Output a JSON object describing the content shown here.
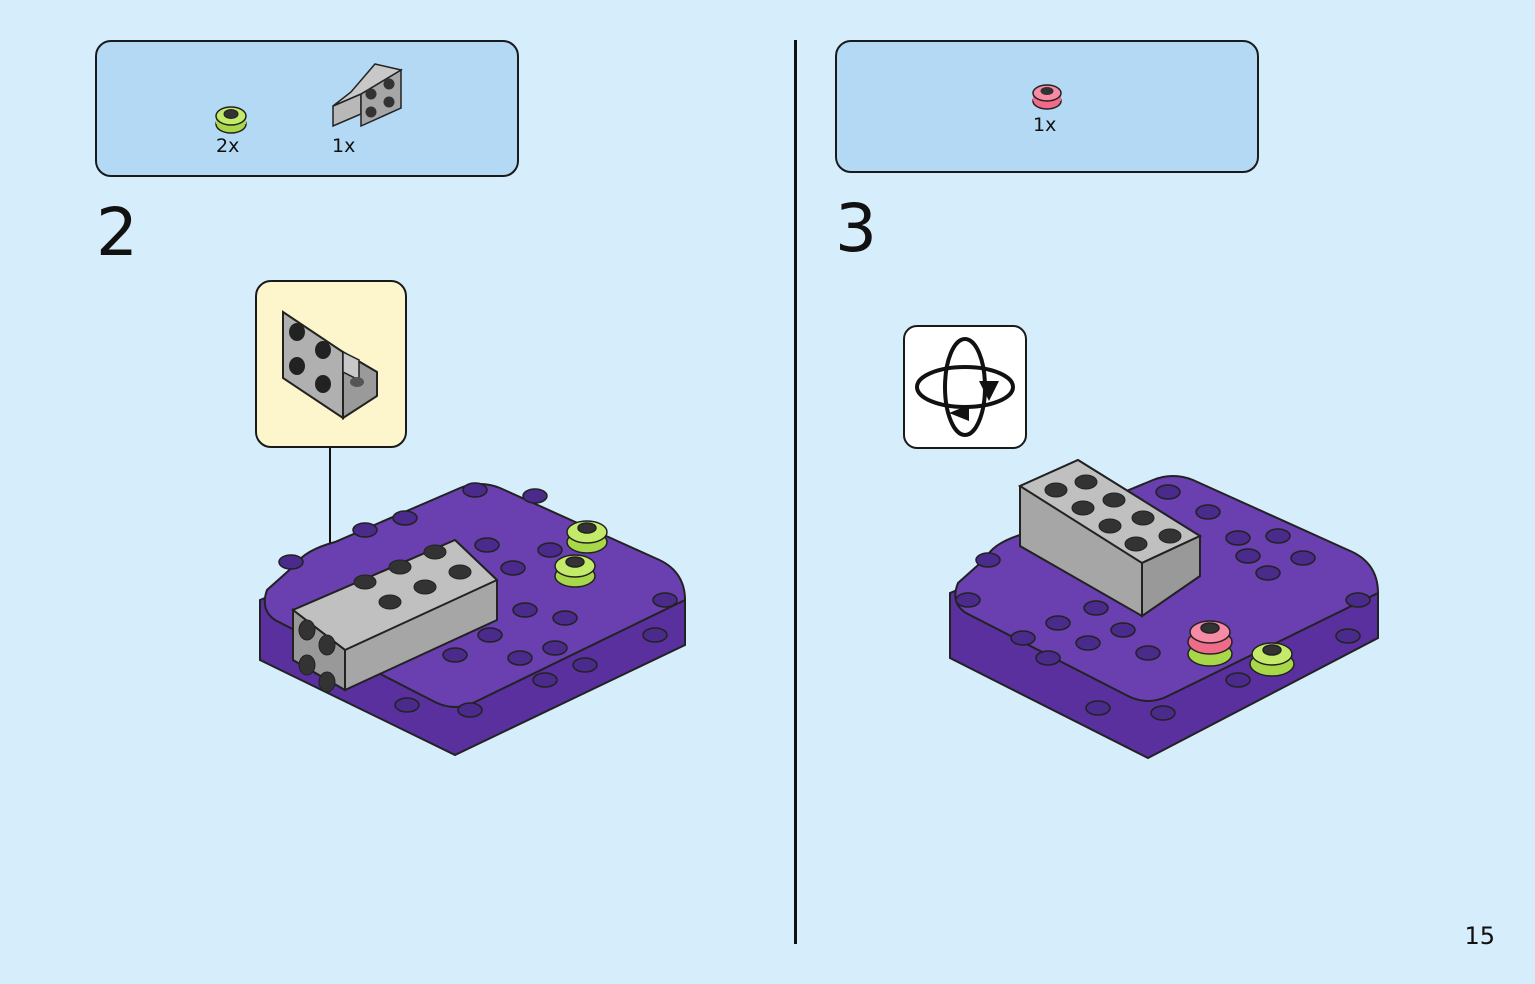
{
  "steps": [
    {
      "number": "2",
      "parts": [
        {
          "qty": "2x",
          "icon": "lime-round-plate-icon",
          "color": "#a8d84a"
        },
        {
          "qty": "1x",
          "icon": "gray-bracket-icon",
          "color": "#a6a6a6"
        }
      ],
      "callout_icon": "gray-bracket-icon"
    },
    {
      "number": "3",
      "parts": [
        {
          "qty": "1x",
          "icon": "pink-round-plate-icon",
          "color": "#f06a8a"
        }
      ],
      "rotate_icon": "rotate-model-icon"
    }
  ],
  "colors": {
    "background": "#d6edfb",
    "parts_box": "#b3d9f5",
    "callout": "#fdf5cc",
    "purple_base": "#6a3fb0",
    "gray_brick": "#a6a6a6"
  },
  "page_number": "15"
}
